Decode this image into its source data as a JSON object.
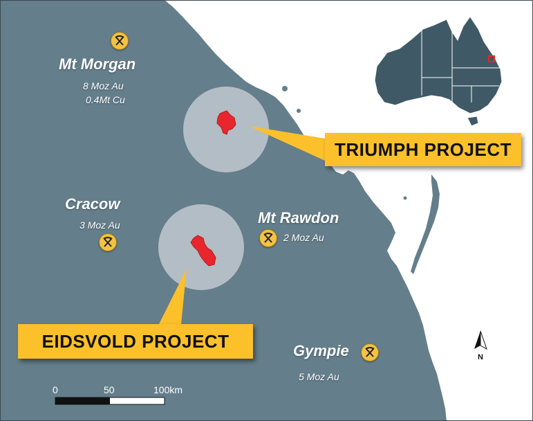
{
  "colors": {
    "land": "#647e8b",
    "sea": "#ffffff",
    "buffer": "#cdd3d8",
    "tenement": "#e8262d",
    "callout": "#fcc02b",
    "mine_icon": "#f2c244"
  },
  "mines": [
    {
      "name": "Mt Morgan",
      "production": [
        "8 Moz Au",
        "0.4Mt Cu"
      ],
      "icon": "pick-axe-icon"
    },
    {
      "name": "Cracow",
      "production": [
        "3 Moz Au"
      ],
      "icon": "pick-axe-icon"
    },
    {
      "name": "Mt Rawdon",
      "production": [
        "2 Moz Au"
      ],
      "icon": "pick-axe-icon"
    },
    {
      "name": "Gympie",
      "production": [
        "5 Moz Au"
      ],
      "icon": "pick-axe-icon"
    }
  ],
  "projects": [
    {
      "label": "TRIUMPH PROJECT"
    },
    {
      "label": "EIDSVOLD PROJECT"
    }
  ],
  "scale_bar": {
    "labels": [
      "0",
      "50",
      "100km"
    ]
  },
  "north_arrow": {
    "label": "N"
  },
  "inset": {
    "region": "Australia",
    "icon": "location-marker-icon"
  }
}
